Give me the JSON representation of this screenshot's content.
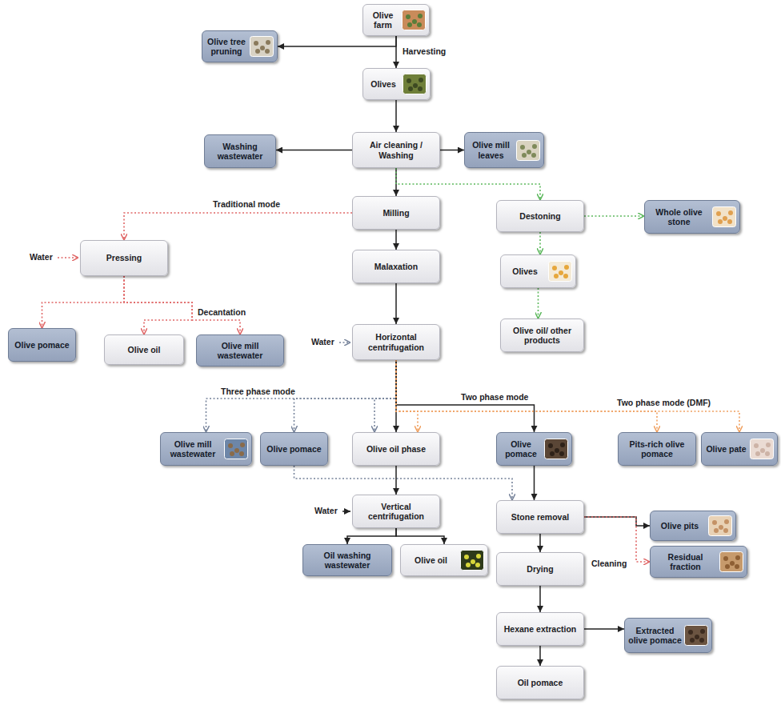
{
  "diagram": {
    "nodes": [
      {
        "text": [
          "Olive farm"
        ]
      },
      {
        "text": [
          "Olive tree pruning"
        ]
      },
      {
        "text": [
          "Olives"
        ]
      },
      {
        "text": [
          "Washing wastewater"
        ]
      },
      {
        "text": [
          "Air cleaning / Washing"
        ]
      },
      {
        "text": [
          "Olive mill leaves"
        ]
      },
      {
        "text": [
          "Milling"
        ]
      },
      {
        "text": [
          "Destoning"
        ]
      },
      {
        "text": [
          "Whole olive stone"
        ]
      },
      {
        "text": [
          "Pressing"
        ]
      },
      {
        "text": [
          "Malaxation"
        ]
      },
      {
        "text": [
          "Olives"
        ]
      },
      {
        "text": [
          "Olive pomace"
        ]
      },
      {
        "text": [
          "Olive oil"
        ]
      },
      {
        "text": [
          "Olive mill wastewater"
        ]
      },
      {
        "text": [
          "Horizontal centrifugation"
        ]
      },
      {
        "text": [
          "Olive oil/ other products"
        ]
      },
      {
        "text": [
          "Olive mill wastewater"
        ]
      },
      {
        "text": [
          "Olive pomace"
        ]
      },
      {
        "text": [
          "Olive oil phase"
        ]
      },
      {
        "text": [
          "Olive pomace"
        ]
      },
      {
        "text": [
          "Pits-rich olive pomace"
        ]
      },
      {
        "text": [
          "Olive pate"
        ]
      },
      {
        "text": [
          "Vertical centrifugation"
        ]
      },
      {
        "text": [
          "Stone removal"
        ]
      },
      {
        "text": [
          "Olive pits"
        ]
      },
      {
        "text": [
          "Oil washing wastewater"
        ]
      },
      {
        "text": [
          "Olive oil"
        ]
      },
      {
        "text": [
          "Residual fraction"
        ]
      },
      {
        "text": [
          "Drying"
        ]
      },
      {
        "text": [
          "Hexane extraction"
        ]
      },
      {
        "text": [
          "Extracted olive pomace"
        ]
      },
      {
        "text": [
          "Oil pomace"
        ]
      }
    ],
    "edges": [
      {
        "from": 0,
        "to": 2,
        "arrow": "to"
      },
      {
        "from": 0,
        "to": 1,
        "arrow": "to"
      },
      {
        "from": 2,
        "to": 4,
        "arrow": "to"
      },
      {
        "from": 4,
        "to": 3,
        "arrow": "to"
      },
      {
        "from": 4,
        "to": 5,
        "arrow": "to"
      },
      {
        "from": 4,
        "to": 6,
        "arrow": "to"
      },
      {
        "from": 4,
        "to": 7,
        "arrow": "to"
      },
      {
        "from": 7,
        "to": 8,
        "arrow": "to"
      },
      {
        "from": 7,
        "to": 11,
        "arrow": "to"
      },
      {
        "from": 11,
        "to": 16,
        "arrow": "to"
      },
      {
        "from": 6,
        "to": 9,
        "arrow": "to"
      },
      {
        "from": 9,
        "to": 12,
        "arrow": "to"
      },
      {
        "from": 9,
        "to": 13,
        "arrow": "to"
      },
      {
        "from": 9,
        "to": 14,
        "arrow": "to"
      },
      {
        "from": 6,
        "to": 10,
        "arrow": "to"
      },
      {
        "from": 10,
        "to": 15,
        "arrow": "to"
      },
      {
        "from": 15,
        "to": 17,
        "arrow": "to"
      },
      {
        "from": 15,
        "to": 18,
        "arrow": "to"
      },
      {
        "from": 15,
        "to": 19,
        "arrow": "to"
      },
      {
        "from": 15,
        "to": 19,
        "arrow": "to"
      },
      {
        "from": 15,
        "to": 20,
        "arrow": "to"
      },
      {
        "from": 15,
        "to": 19,
        "arrow": "to"
      },
      {
        "from": 15,
        "to": 21,
        "arrow": "to"
      },
      {
        "from": 15,
        "to": 22,
        "arrow": "to"
      },
      {
        "from": 18,
        "to": 24,
        "arrow": "to"
      },
      {
        "from": 20,
        "to": 24,
        "arrow": "to"
      },
      {
        "from": 19,
        "to": 23,
        "arrow": "to"
      },
      {
        "from": 23,
        "to": 26,
        "arrow": "to"
      },
      {
        "from": 23,
        "to": 27,
        "arrow": "to"
      },
      {
        "from": 24,
        "to": 25,
        "arrow": "to"
      },
      {
        "from": 24,
        "to": 28,
        "arrow": "to"
      },
      {
        "from": 24,
        "to": 29,
        "arrow": "to"
      },
      {
        "from": 29,
        "to": 30,
        "arrow": "to"
      },
      {
        "from": 30,
        "to": 31,
        "arrow": "to"
      },
      {
        "from": 30,
        "to": 32,
        "arrow": "to"
      }
    ],
    "labels": [
      "Harvesting",
      "Traditional mode",
      "Water",
      "Decantation",
      "Water",
      "Three phase mode",
      "Two phase mode",
      "Two phase mode (DMF)",
      "Water",
      "Cleaning"
    ]
  }
}
